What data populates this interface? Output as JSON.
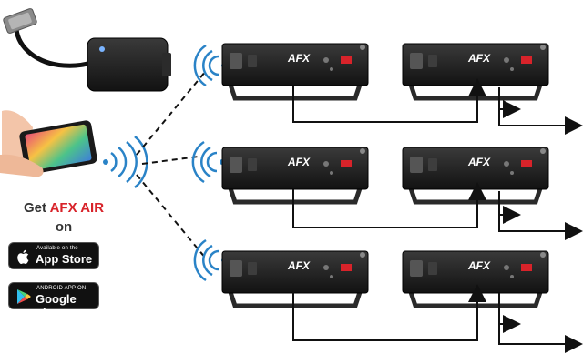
{
  "promo": {
    "get_prefix": "Get",
    "brand": "AFX AIR",
    "on_text": "on"
  },
  "store_badges": {
    "appstore_small": "Available on the",
    "appstore_big": "App Store",
    "googleplay_small": "ANDROID APP ON",
    "googleplay_big": "Google play"
  },
  "fixture_brand": "AFX",
  "colors": {
    "brand_red": "#d8232a",
    "wave_blue": "#2a83c7",
    "fixture_body": "#1c1c1c",
    "cable": "#111111"
  },
  "fixtures": {
    "rows": 3,
    "per_row": 2,
    "count": 6
  }
}
